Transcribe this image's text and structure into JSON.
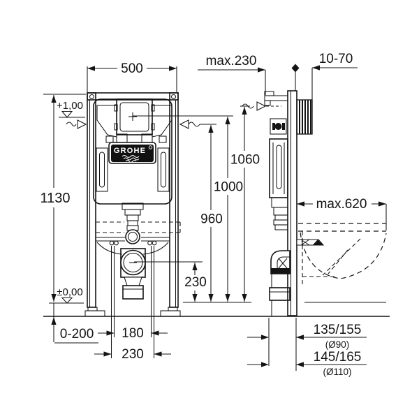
{
  "brand": {
    "logo": "GROHE"
  },
  "dims": {
    "frame_width": "500",
    "depth_max": "max.230",
    "wall_thickness": "10-70",
    "frame_height": "1130",
    "level_top": "+1,00",
    "level_floor": "±0,00",
    "feet_adjust": "0-200",
    "height_1060": "1060",
    "height_1000": "1000",
    "height_960": "960",
    "drain_height": "230",
    "bolt_spacing": "180",
    "bolt_spacing_wide": "230",
    "bowl_depth": "max.620",
    "outlet_90": "135/155",
    "outlet_90_dia": "(Ø90)",
    "outlet_110": "145/165",
    "outlet_110_dia": "(Ø110)"
  },
  "colors": {
    "line": "#141414",
    "background": "#ffffff",
    "logo_plate": "#111111"
  }
}
